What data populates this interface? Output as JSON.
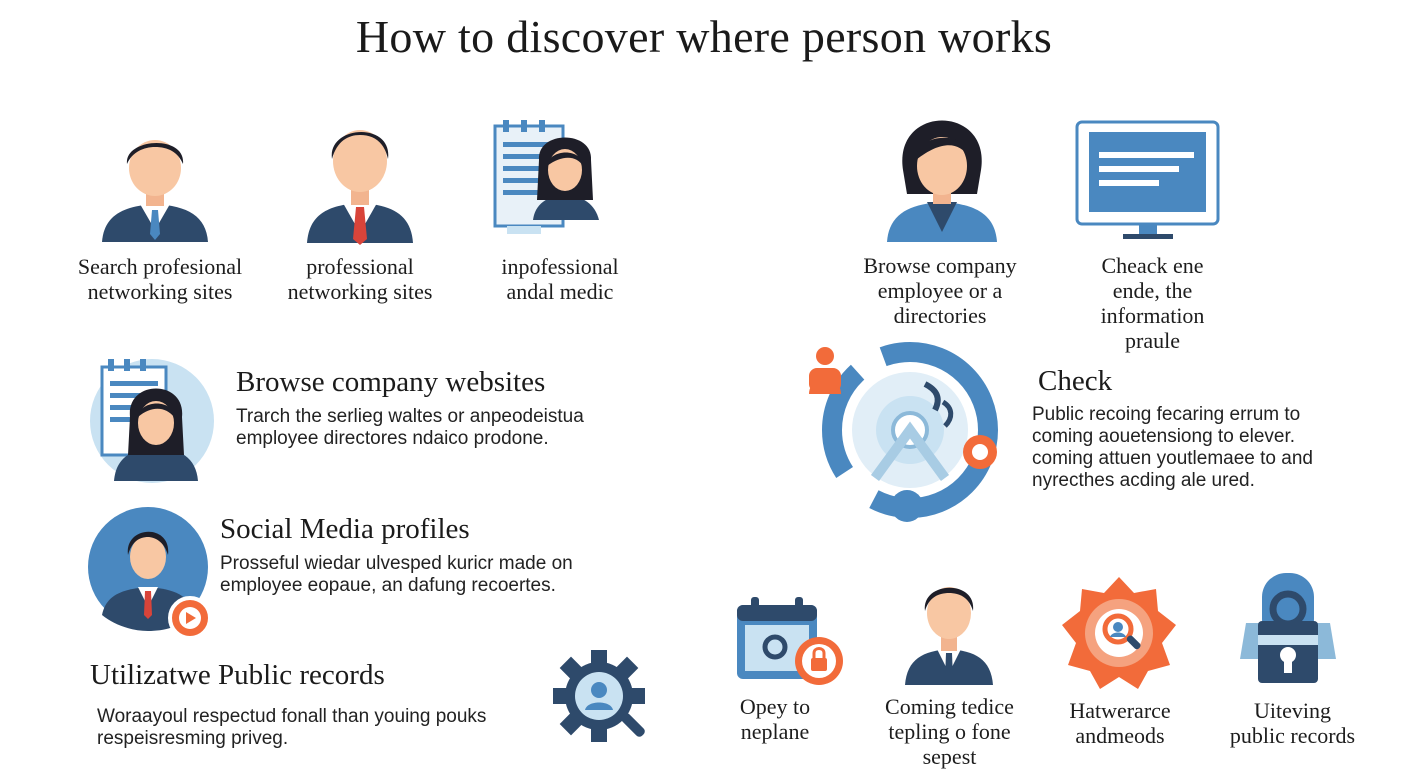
{
  "title": "How to discover where person works",
  "top_left": [
    {
      "caption": "Search profesional\nnetworking sites",
      "icon": "businessman-icon"
    },
    {
      "caption": "professional\nnetworking sites",
      "icon": "businessman-tie-icon"
    },
    {
      "caption": "inpofessional\nandal medic",
      "icon": "document-woman-icon"
    }
  ],
  "top_right": [
    {
      "caption": "Browse company\nemployee or a\ndirectories",
      "icon": "businesswoman-icon"
    },
    {
      "caption": "Cheack ene\nende, the\ninformation\npraule",
      "icon": "monitor-icon"
    }
  ],
  "sections": [
    {
      "heading": "Browse company websites",
      "text": "Trarch the serlieg waltes or anpeodeistua\nemployee directores ndaico prodone.",
      "icon": "directory-woman-icon"
    },
    {
      "heading": "Social Media profiles",
      "text": "Prosseful wiedar ulvesped kuricr made on\nemployee eopaue, an dafung recoertes.",
      "icon": "profile-play-icon"
    },
    {
      "heading": "Utilizatwe Public records",
      "text": "Woraayoul respectud fonall than youing pouks\nrespeisresming priveg.",
      "icon": "gear-search-icon"
    },
    {
      "heading": "Check",
      "text": "Public recoing fecaring errum to\ncoming aouetensiong to elever.\ncoming attuen youtlemaee to and\nnyrecthes acding ale ured.",
      "icon": "cycle-diagram-icon"
    }
  ],
  "bottom_right": [
    {
      "caption": "Opey to\nneplane",
      "icon": "calendar-lock-icon"
    },
    {
      "caption": "Coming tedice\ntepling o fone\nsepest",
      "icon": "businessman-icon"
    },
    {
      "caption": "Hatwerarce\nandmeods",
      "icon": "badge-search-icon"
    },
    {
      "caption": "Uiteving\npublic records",
      "icon": "lock-shield-icon"
    }
  ],
  "colors": {
    "navy": "#2e4a6b",
    "blue": "#4a88c0",
    "light_blue": "#c9e2f2",
    "orange": "#f26b3a",
    "skin": "#f8c7a3",
    "hair": "#1e1e28"
  }
}
